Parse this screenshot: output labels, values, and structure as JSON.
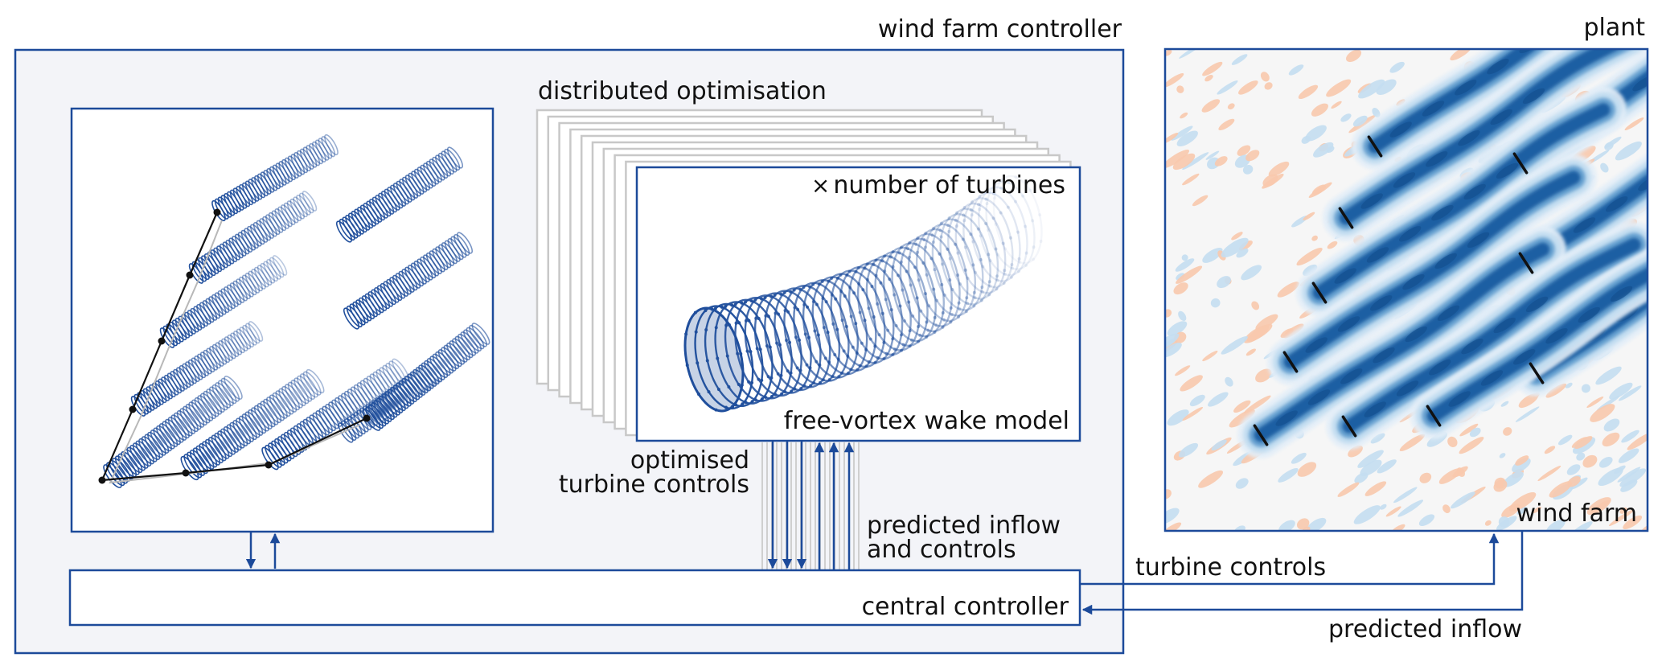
{
  "colors": {
    "frame_blue": "#1c4a9a",
    "panel_bg": "#f3f4f8",
    "box_bg": "#ffffff",
    "stack_grey": "#c8c8c8",
    "wake_dark": "#1f5fa3",
    "wake_mid": "#6aa3d1",
    "wake_light": "#c4def1",
    "wake_pale": "#e3eef8",
    "speedup_orange": "#f8c9ad",
    "field_bg": "#f6f6f6",
    "turbine": "#111111",
    "vortex": "#1f4e9c",
    "path_black": "#111111",
    "path_grey": "#b8b8b8"
  },
  "labels": {
    "wind_farm_controller": "wind farm controller",
    "plant": "plant",
    "distributed_optimisation": "distributed optimisation",
    "times_symbol": "×",
    "number_of_turbines": "number of turbines",
    "free_vortex_wake_model": "free-vortex wake model",
    "optimised_line1": "optimised",
    "optimised_line2": "turbine controls",
    "predicted_line1": "predicted inflow",
    "predicted_line2": "and controls",
    "central_controller": "central controller",
    "turbine_controls": "turbine controls",
    "predicted_inflow": "predicted inflow",
    "wind_farm": "wind farm"
  },
  "stacked_optimisation_copies": 9,
  "optimisation_links": {
    "downward_arrows": 3,
    "upward_arrows": 3
  },
  "left_panel_links": {
    "downward_arrows": 1,
    "upward_arrows": 1
  },
  "icons": {
    "vortex_wake": "vortex-ring-tube",
    "turbine_marker": "turbine-rotor-line",
    "arrow_down": "arrow-down-icon",
    "arrow_up": "arrow-up-icon",
    "arrow_left": "arrow-left-icon"
  }
}
